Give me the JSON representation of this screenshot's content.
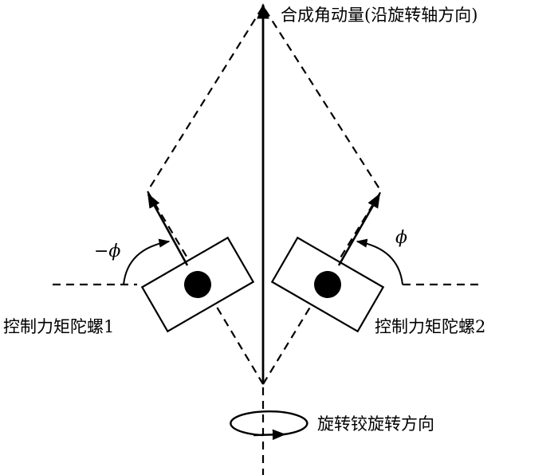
{
  "labels": {
    "resultant": "合成角动量(沿旋转轴方向)",
    "gyro1": "控制力矩陀螺1",
    "gyro2": "控制力矩陀螺2",
    "rotation": "旋转铰旋转方向",
    "angle_left": "−ϕ",
    "angle_right": "ϕ"
  },
  "colors": {
    "stroke": "#000000",
    "background": "#ffffff"
  }
}
